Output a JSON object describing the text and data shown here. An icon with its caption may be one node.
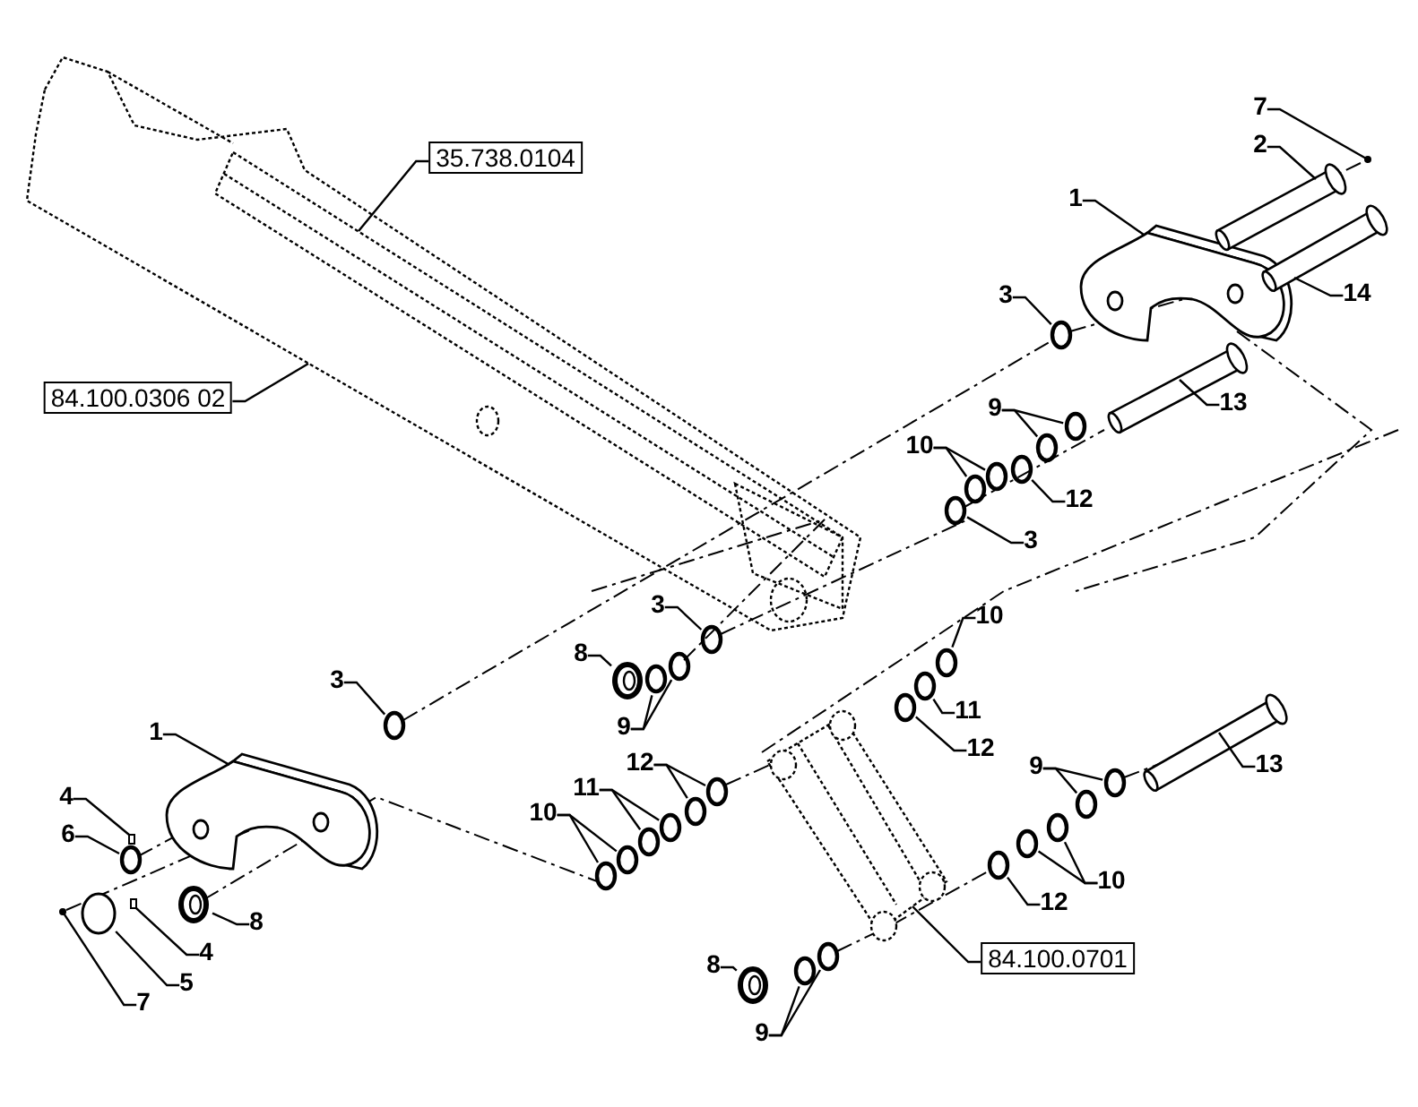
{
  "diagram": {
    "nodes": [
      {
        "text": [
          "35.738.0104"
        ]
      },
      {
        "text": [
          "84.100.0306 02"
        ]
      },
      {
        "text": [
          "7"
        ]
      },
      {
        "text": [
          "2"
        ]
      },
      {
        "text": [
          "1"
        ]
      },
      {
        "text": [
          "14"
        ]
      },
      {
        "text": [
          "3"
        ]
      },
      {
        "text": [
          "9"
        ]
      },
      {
        "text": [
          "13"
        ]
      },
      {
        "text": [
          "10"
        ]
      },
      {
        "text": [
          "12"
        ]
      },
      {
        "text": [
          "3"
        ]
      },
      {
        "text": [
          "3"
        ]
      },
      {
        "text": [
          "8"
        ]
      },
      {
        "text": [
          "9"
        ]
      },
      {
        "text": [
          "3"
        ]
      },
      {
        "text": [
          "1"
        ]
      },
      {
        "text": [
          "4"
        ]
      },
      {
        "text": [
          "6"
        ]
      },
      {
        "text": [
          "4"
        ]
      },
      {
        "text": [
          "8"
        ]
      },
      {
        "text": [
          "5"
        ]
      },
      {
        "text": [
          "7"
        ]
      },
      {
        "text": [
          "10"
        ]
      },
      {
        "text": [
          "11"
        ]
      },
      {
        "text": [
          "12"
        ]
      },
      {
        "text": [
          "10"
        ]
      },
      {
        "text": [
          "11"
        ]
      },
      {
        "text": [
          "12"
        ]
      },
      {
        "text": [
          "9"
        ]
      },
      {
        "text": [
          "13"
        ]
      },
      {
        "text": [
          "10"
        ]
      },
      {
        "text": [
          "12"
        ]
      },
      {
        "text": [
          "84.100.0701"
        ]
      },
      {
        "text": [
          "8"
        ]
      },
      {
        "text": [
          "9"
        ]
      },
      {
        "text": [],
        "shape": "cylinder",
        "in": 37
      },
      {
        "text": [],
        "shape": "picture"
      },
      {
        "text": [],
        "shape": "circle"
      },
      {
        "text": [],
        "shape": "cylinder"
      },
      {
        "text": [],
        "shape": "picture"
      },
      {
        "text": [],
        "shape": "cylinder"
      },
      {
        "text": [],
        "shape": "circle"
      },
      {
        "text": [],
        "shape": "circle"
      },
      {
        "text": [],
        "shape": "circle"
      },
      {
        "text": [],
        "shape": "cylinder"
      },
      {
        "text": [],
        "shape": "circle"
      },
      {
        "text": [],
        "shape": "circle"
      },
      {
        "text": [],
        "shape": "circle"
      },
      {
        "text": [],
        "shape": "circle"
      },
      {
        "text": [],
        "shape": "circle"
      },
      {
        "text": [],
        "shape": "circle"
      },
      {
        "text": [],
        "shape": "circle"
      },
      {
        "text": [],
        "shape": "circle"
      },
      {
        "text": [],
        "shape": "circle"
      },
      {
        "text": [],
        "shape": "picture"
      },
      {
        "text": [],
        "shape": "box"
      },
      {
        "text": [],
        "shape": "circle"
      },
      {
        "text": [],
        "shape": "box"
      },
      {
        "text": [],
        "shape": "circle"
      },
      {
        "text": [],
        "shape": "circle"
      },
      {
        "text": [],
        "shape": "circle"
      },
      {
        "text": [],
        "shape": "circle"
      },
      {
        "text": [],
        "shape": "circle"
      },
      {
        "text": [],
        "shape": "circle"
      },
      {
        "text": [],
        "shape": "circle"
      },
      {
        "text": [],
        "shape": "circle"
      },
      {
        "text": [],
        "shape": "circle"
      },
      {
        "text": [],
        "shape": "circle"
      },
      {
        "text": [],
        "shape": "circle"
      },
      {
        "text": [],
        "shape": "circle"
      },
      {
        "text": [],
        "shape": "circle"
      },
      {
        "text": [],
        "shape": "circle"
      },
      {
        "text": [],
        "shape": "cylinder"
      },
      {
        "text": [],
        "shape": "circle"
      },
      {
        "text": [],
        "shape": "circle"
      },
      {
        "text": [],
        "shape": "circle"
      },
      {
        "text": [],
        "shape": "picture"
      },
      {
        "text": [],
        "shape": "circle"
      },
      {
        "text": [],
        "shape": "circle"
      },
      {
        "text": [],
        "shape": "circle"
      }
    ],
    "edges": [
      {
        "from": 0,
        "to": 36,
        "arrow": "none"
      },
      {
        "from": 1,
        "to": 37,
        "arrow": "none"
      },
      {
        "from": 2,
        "to": 38,
        "arrow": "none"
      },
      {
        "from": 3,
        "to": 39,
        "arrow": "none"
      },
      {
        "from": 4,
        "to": 40,
        "arrow": "none"
      },
      {
        "from": 5,
        "to": 41,
        "arrow": "none"
      },
      {
        "from": 6,
        "to": 42,
        "arrow": "none"
      },
      {
        "from": 7,
        "to": 43,
        "arrow": "none"
      },
      {
        "from": 7,
        "to": 44,
        "arrow": "none"
      },
      {
        "from": 8,
        "to": 45,
        "arrow": "none"
      },
      {
        "from": 9,
        "to": 47,
        "arrow": "none"
      },
      {
        "from": 9,
        "to": 48,
        "arrow": "none"
      },
      {
        "from": 10,
        "to": 46,
        "arrow": "none"
      },
      {
        "from": 11,
        "to": 49,
        "arrow": "none"
      },
      {
        "from": 12,
        "to": 50,
        "arrow": "none"
      },
      {
        "from": 13,
        "to": 51,
        "arrow": "none"
      },
      {
        "from": 14,
        "to": 52,
        "arrow": "none"
      },
      {
        "from": 14,
        "to": 53,
        "arrow": "none"
      },
      {
        "from": 15,
        "to": 54,
        "arrow": "none"
      },
      {
        "from": 16,
        "to": 55,
        "arrow": "none"
      },
      {
        "from": 17,
        "to": 56,
        "arrow": "none"
      },
      {
        "from": 18,
        "to": 57,
        "arrow": "none"
      },
      {
        "from": 19,
        "to": 58,
        "arrow": "none"
      },
      {
        "from": 20,
        "to": 59,
        "arrow": "none"
      },
      {
        "from": 21,
        "to": 60,
        "arrow": "none"
      },
      {
        "from": 22,
        "to": 61,
        "arrow": "none"
      },
      {
        "from": 23,
        "to": 63,
        "arrow": "none"
      },
      {
        "from": 23,
        "to": 62,
        "arrow": "none"
      },
      {
        "from": 24,
        "to": 64,
        "arrow": "none"
      },
      {
        "from": 24,
        "to": 65,
        "arrow": "none"
      },
      {
        "from": 25,
        "to": 66,
        "arrow": "none"
      },
      {
        "from": 25,
        "to": 67,
        "arrow": "none"
      },
      {
        "from": 26,
        "to": 68,
        "arrow": "none"
      },
      {
        "from": 27,
        "to": 69,
        "arrow": "none"
      },
      {
        "from": 28,
        "to": 70,
        "arrow": "none"
      },
      {
        "from": 29,
        "to": 71,
        "arrow": "none"
      },
      {
        "from": 29,
        "to": 72,
        "arrow": "none"
      },
      {
        "from": 30,
        "to": 73,
        "arrow": "none"
      },
      {
        "from": 31,
        "to": 74,
        "arrow": "none"
      },
      {
        "from": 31,
        "to": 75,
        "arrow": "none"
      },
      {
        "from": 32,
        "to": 76,
        "arrow": "none"
      },
      {
        "from": 33,
        "to": 77,
        "arrow": "none"
      },
      {
        "from": 34,
        "to": 78,
        "arrow": "none"
      },
      {
        "from": 35,
        "to": 79,
        "arrow": "none"
      },
      {
        "from": 35,
        "to": 80,
        "arrow": "none"
      }
    ]
  }
}
